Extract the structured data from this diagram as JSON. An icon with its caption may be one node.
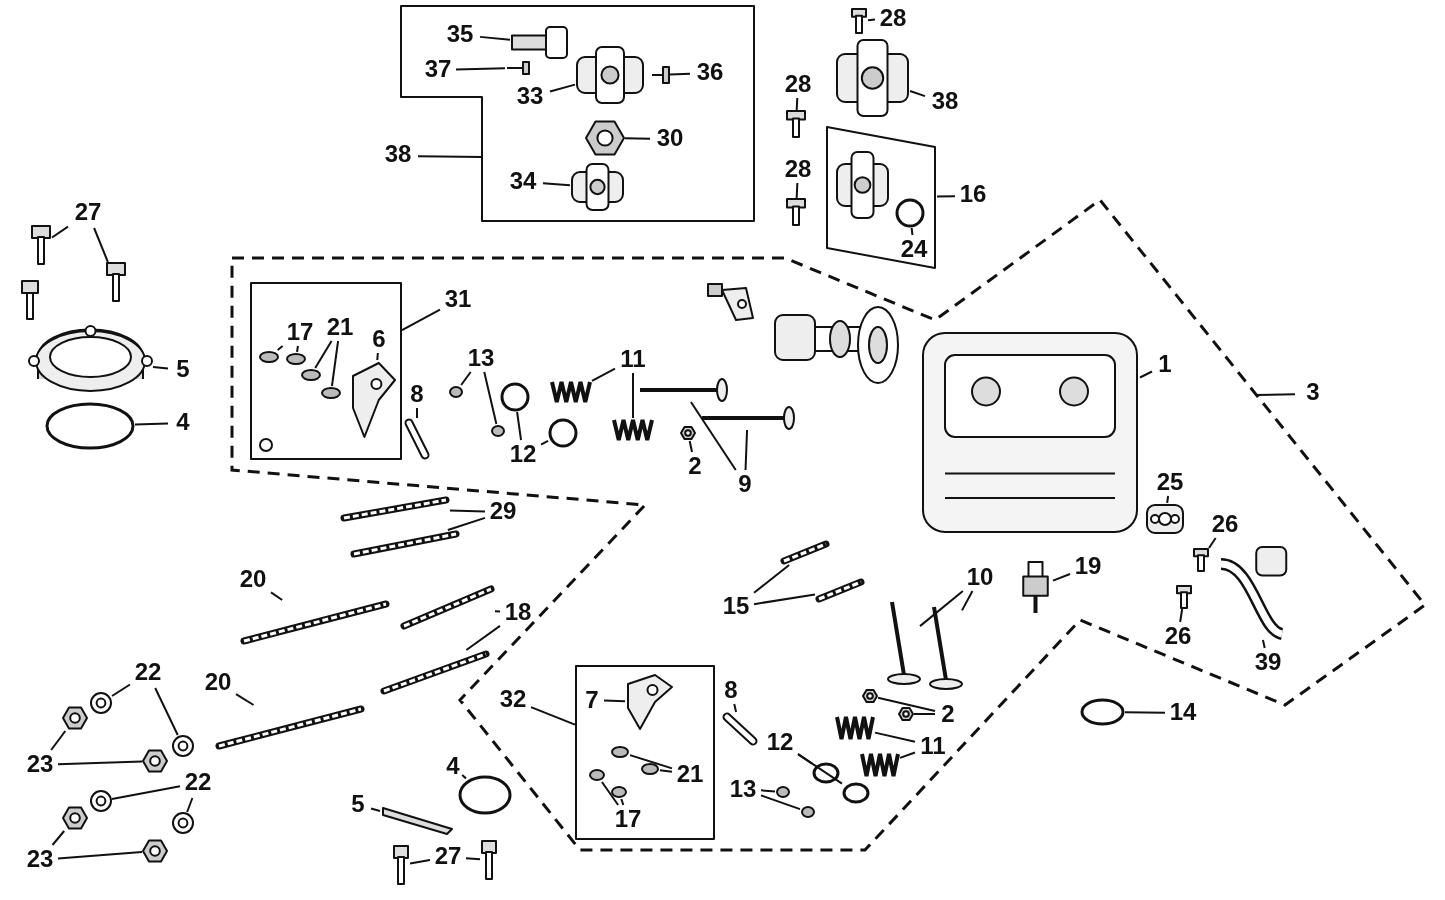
{
  "diagram": {
    "nodes": [
      {
        "text": [],
        "shape": "box"
      },
      {
        "text": [
          "35"
        ],
        "in": 0
      },
      {
        "text": [],
        "shape": "picture",
        "in": 0
      },
      {
        "text": [
          "37"
        ],
        "in": 0
      },
      {
        "text": [],
        "shape": "picture",
        "in": 0
      },
      {
        "text": [
          "33"
        ],
        "in": 0
      },
      {
        "text": [],
        "shape": "picture",
        "in": 0
      },
      {
        "text": [
          "36"
        ],
        "in": 0
      },
      {
        "text": [],
        "shape": "picture",
        "in": 0
      },
      {
        "text": [
          "30"
        ],
        "in": 0
      },
      {
        "text": [],
        "shape": "picture",
        "in": 0
      },
      {
        "text": [
          "34"
        ],
        "in": 0
      },
      {
        "text": [],
        "shape": "picture",
        "in": 0
      },
      {
        "text": [
          "38"
        ]
      },
      {
        "text": [
          "28"
        ]
      },
      {
        "text": [],
        "shape": "picture"
      },
      {
        "text": [
          "38"
        ]
      },
      {
        "text": [],
        "shape": "picture"
      },
      {
        "text": [
          "28"
        ]
      },
      {
        "text": [],
        "shape": "picture"
      },
      {
        "text": [
          "28"
        ]
      },
      {
        "text": [],
        "shape": "picture"
      },
      {
        "text": [],
        "shape": "box"
      },
      {
        "text": [],
        "shape": "picture",
        "in": 22
      },
      {
        "text": [
          "24"
        ],
        "in": 22
      },
      {
        "text": [],
        "shape": "circle",
        "in": 22
      },
      {
        "text": [
          "16"
        ]
      },
      {
        "text": [
          "27"
        ]
      },
      {
        "text": [],
        "shape": "picture"
      },
      {
        "text": [],
        "shape": "picture"
      },
      {
        "text": [
          "5"
        ]
      },
      {
        "text": [],
        "shape": "picture"
      },
      {
        "text": [
          "4"
        ]
      },
      {
        "text": [],
        "shape": "circle"
      },
      {
        "text": [],
        "shape": "box"
      },
      {
        "text": [
          "3"
        ]
      },
      {
        "text": [],
        "shape": "box",
        "in": 34
      },
      {
        "text": [
          "31"
        ],
        "in": 34
      },
      {
        "text": [
          "17"
        ],
        "in": 36
      },
      {
        "text": [],
        "shape": "circle",
        "in": 36
      },
      {
        "text": [],
        "shape": "circle",
        "in": 36
      },
      {
        "text": [
          "21"
        ],
        "in": 36
      },
      {
        "text": [],
        "shape": "circle",
        "in": 36
      },
      {
        "text": [],
        "shape": "circle",
        "in": 36
      },
      {
        "text": [
          "6"
        ],
        "in": 36
      },
      {
        "text": [],
        "shape": "picture",
        "in": 36
      },
      {
        "text": [
          "8"
        ],
        "in": 34
      },
      {
        "text": [],
        "shape": "picture",
        "in": 34
      },
      {
        "text": [
          "13"
        ],
        "in": 34
      },
      {
        "text": [],
        "shape": "circle",
        "in": 34
      },
      {
        "text": [],
        "shape": "circle",
        "in": 34
      },
      {
        "text": [
          "12"
        ],
        "in": 34
      },
      {
        "text": [],
        "shape": "circle",
        "in": 34
      },
      {
        "text": [],
        "shape": "circle",
        "in": 34
      },
      {
        "text": [
          "11"
        ],
        "in": 34
      },
      {
        "text": [],
        "shape": "picture",
        "in": 34
      },
      {
        "text": [],
        "shape": "picture",
        "in": 34
      },
      {
        "text": [
          "2"
        ],
        "in": 34
      },
      {
        "text": [],
        "shape": "picture",
        "in": 34
      },
      {
        "text": [
          "9"
        ],
        "in": 34
      },
      {
        "text": [],
        "shape": "picture",
        "in": 34
      },
      {
        "text": [],
        "shape": "picture",
        "in": 34
      },
      {
        "text": [],
        "shape": "picture",
        "in": 34
      },
      {
        "text": [
          "1"
        ],
        "in": 34
      },
      {
        "text": [
          "25"
        ],
        "in": 34
      },
      {
        "text": [],
        "shape": "picture",
        "in": 34
      },
      {
        "text": [
          "26"
        ],
        "in": 34
      },
      {
        "text": [],
        "shape": "picture",
        "in": 34
      },
      {
        "text": [
          "26"
        ],
        "in": 34
      },
      {
        "text": [],
        "shape": "picture",
        "in": 34
      },
      {
        "text": [
          "39"
        ],
        "in": 34
      },
      {
        "text": [],
        "shape": "picture",
        "in": 34
      },
      {
        "text": [
          "19"
        ],
        "in": 34
      },
      {
        "text": [],
        "shape": "picture",
        "in": 34
      },
      {
        "text": [
          "10"
        ],
        "in": 34
      },
      {
        "text": [],
        "shape": "picture",
        "in": 34
      },
      {
        "text": [],
        "shape": "picture",
        "in": 34
      },
      {
        "text": [
          "15"
        ],
        "in": 34
      },
      {
        "text": [],
        "shape": "picture",
        "in": 34
      },
      {
        "text": [],
        "shape": "picture",
        "in": 34
      },
      {
        "text": [],
        "shape": "box",
        "in": 34
      },
      {
        "text": [
          "32"
        ],
        "in": 34
      },
      {
        "text": [
          "7"
        ],
        "in": 80
      },
      {
        "text": [],
        "shape": "picture",
        "in": 80
      },
      {
        "text": [
          "21"
        ],
        "in": 80
      },
      {
        "text": [],
        "shape": "circle",
        "in": 80
      },
      {
        "text": [],
        "shape": "circle",
        "in": 80
      },
      {
        "text": [
          "17"
        ],
        "in": 80
      },
      {
        "text": [],
        "shape": "circle",
        "in": 80
      },
      {
        "text": [],
        "shape": "circle",
        "in": 80
      },
      {
        "text": [
          "8"
        ],
        "in": 34
      },
      {
        "text": [],
        "shape": "picture",
        "in": 34
      },
      {
        "text": [
          "4"
        ]
      },
      {
        "text": [],
        "shape": "circle"
      },
      {
        "text": [
          "5"
        ]
      },
      {
        "text": [],
        "shape": "picture"
      },
      {
        "text": [
          "27"
        ]
      },
      {
        "text": [],
        "shape": "picture"
      },
      {
        "text": [],
        "shape": "picture"
      },
      {
        "text": [
          "12"
        ],
        "in": 34
      },
      {
        "text": [],
        "shape": "circle",
        "in": 34
      },
      {
        "text": [],
        "shape": "circle",
        "in": 34
      },
      {
        "text": [
          "13"
        ],
        "in": 34
      },
      {
        "text": [],
        "shape": "circle",
        "in": 34
      },
      {
        "text": [],
        "shape": "circle",
        "in": 34
      },
      {
        "text": [
          "11"
        ],
        "in": 34
      },
      {
        "text": [],
        "shape": "picture",
        "in": 34
      },
      {
        "text": [],
        "shape": "picture",
        "in": 34
      },
      {
        "text": [
          "2"
        ],
        "in": 34
      },
      {
        "text": [],
        "shape": "picture",
        "in": 34
      },
      {
        "text": [],
        "shape": "picture",
        "in": 34
      },
      {
        "text": [
          "29"
        ]
      },
      {
        "text": [],
        "shape": "picture"
      },
      {
        "text": [],
        "shape": "picture"
      },
      {
        "text": [
          "20"
        ]
      },
      {
        "text": [],
        "shape": "picture"
      },
      {
        "text": [
          "20"
        ]
      },
      {
        "text": [],
        "shape": "picture"
      },
      {
        "text": [
          "18"
        ]
      },
      {
        "text": [],
        "shape": "picture"
      },
      {
        "text": [],
        "shape": "picture"
      },
      {
        "text": [
          "22"
        ]
      },
      {
        "text": [],
        "shape": "picture"
      },
      {
        "text": [],
        "shape": "picture"
      },
      {
        "text": [
          "23"
        ]
      },
      {
        "text": [],
        "shape": "picture"
      },
      {
        "text": [],
        "shape": "picture"
      },
      {
        "text": [
          "22"
        ]
      },
      {
        "text": [],
        "shape": "picture"
      },
      {
        "text": [],
        "shape": "picture"
      },
      {
        "text": [
          "23"
        ]
      },
      {
        "text": [],
        "shape": "picture"
      },
      {
        "text": [],
        "shape": "picture"
      },
      {
        "text": [
          "14"
        ]
      },
      {
        "text": [],
        "shape": "circle"
      }
    ],
    "edges": [
      {
        "from": 1,
        "to": 2,
        "arrow": "none"
      },
      {
        "from": 3,
        "to": 4,
        "arrow": "none"
      },
      {
        "from": 5,
        "to": 6,
        "arrow": "none"
      },
      {
        "from": 7,
        "to": 8,
        "arrow": "none"
      },
      {
        "from": 9,
        "to": 10,
        "arrow": "none"
      },
      {
        "from": 11,
        "to": 12,
        "arrow": "none"
      },
      {
        "from": 13,
        "to": 0,
        "arrow": "none"
      },
      {
        "from": 14,
        "to": 15,
        "arrow": "none"
      },
      {
        "from": 16,
        "to": 17,
        "arrow": "none"
      },
      {
        "from": 18,
        "to": 19,
        "arrow": "none"
      },
      {
        "from": 20,
        "to": 21,
        "arrow": "none"
      },
      {
        "from": 24,
        "to": 25,
        "arrow": "none"
      },
      {
        "from": 26,
        "to": 22,
        "arrow": "none"
      },
      {
        "from": 27,
        "to": 28,
        "arrow": "none"
      },
      {
        "from": 27,
        "to": 29,
        "arrow": "none"
      },
      {
        "from": 30,
        "to": 31,
        "arrow": "none"
      },
      {
        "from": 32,
        "to": 33,
        "arrow": "none"
      },
      {
        "from": 35,
        "to": 34,
        "arrow": "none"
      },
      {
        "from": 37,
        "to": 36,
        "arrow": "none"
      },
      {
        "from": 38,
        "to": 39,
        "arrow": "none"
      },
      {
        "from": 38,
        "to": 40,
        "arrow": "none"
      },
      {
        "from": 41,
        "to": 42,
        "arrow": "none"
      },
      {
        "from": 41,
        "to": 43,
        "arrow": "none"
      },
      {
        "from": 44,
        "to": 45,
        "arrow": "none"
      },
      {
        "from": 46,
        "to": 47,
        "arrow": "none"
      },
      {
        "from": 48,
        "to": 49,
        "arrow": "none"
      },
      {
        "from": 48,
        "to": 50,
        "arrow": "none"
      },
      {
        "from": 51,
        "to": 52,
        "arrow": "none"
      },
      {
        "from": 51,
        "to": 53,
        "arrow": "none"
      },
      {
        "from": 54,
        "to": 55,
        "arrow": "none"
      },
      {
        "from": 54,
        "to": 56,
        "arrow": "none"
      },
      {
        "from": 57,
        "to": 58,
        "arrow": "none"
      },
      {
        "from": 59,
        "to": 60,
        "arrow": "none"
      },
      {
        "from": 59,
        "to": 61,
        "arrow": "none"
      },
      {
        "from": 63,
        "to": 62,
        "arrow": "none"
      },
      {
        "from": 64,
        "to": 65,
        "arrow": "none"
      },
      {
        "from": 66,
        "to": 67,
        "arrow": "none"
      },
      {
        "from": 68,
        "to": 69,
        "arrow": "none"
      },
      {
        "from": 70,
        "to": 71,
        "arrow": "none"
      },
      {
        "from": 72,
        "to": 73,
        "arrow": "none"
      },
      {
        "from": 74,
        "to": 75,
        "arrow": "none"
      },
      {
        "from": 74,
        "to": 76,
        "arrow": "none"
      },
      {
        "from": 77,
        "to": 78,
        "arrow": "none"
      },
      {
        "from": 77,
        "to": 79,
        "arrow": "none"
      },
      {
        "from": 81,
        "to": 80,
        "arrow": "none"
      },
      {
        "from": 82,
        "to": 83,
        "arrow": "none"
      },
      {
        "from": 84,
        "to": 85,
        "arrow": "none"
      },
      {
        "from": 84,
        "to": 86,
        "arrow": "none"
      },
      {
        "from": 87,
        "to": 88,
        "arrow": "none"
      },
      {
        "from": 87,
        "to": 89,
        "arrow": "none"
      },
      {
        "from": 90,
        "to": 91,
        "arrow": "none"
      },
      {
        "from": 92,
        "to": 93,
        "arrow": "none"
      },
      {
        "from": 94,
        "to": 95,
        "arrow": "none"
      },
      {
        "from": 96,
        "to": 97,
        "arrow": "none"
      },
      {
        "from": 96,
        "to": 98,
        "arrow": "none"
      },
      {
        "from": 99,
        "to": 100,
        "arrow": "none"
      },
      {
        "from": 99,
        "to": 101,
        "arrow": "none"
      },
      {
        "from": 102,
        "to": 103,
        "arrow": "none"
      },
      {
        "from": 102,
        "to": 104,
        "arrow": "none"
      },
      {
        "from": 105,
        "to": 106,
        "arrow": "none"
      },
      {
        "from": 105,
        "to": 107,
        "arrow": "none"
      },
      {
        "from": 108,
        "to": 109,
        "arrow": "none"
      },
      {
        "from": 108,
        "to": 110,
        "arrow": "none"
      },
      {
        "from": 111,
        "to": 112,
        "arrow": "none"
      },
      {
        "from": 111,
        "to": 113,
        "arrow": "none"
      },
      {
        "from": 114,
        "to": 115,
        "arrow": "none"
      },
      {
        "from": 116,
        "to": 117,
        "arrow": "none"
      },
      {
        "from": 118,
        "to": 119,
        "arrow": "none"
      },
      {
        "from": 118,
        "to": 120,
        "arrow": "none"
      },
      {
        "from": 121,
        "to": 122,
        "arrow": "none"
      },
      {
        "from": 121,
        "to": 123,
        "arrow": "none"
      },
      {
        "from": 124,
        "to": 125,
        "arrow": "none"
      },
      {
        "from": 124,
        "to": 126,
        "arrow": "none"
      },
      {
        "from": 127,
        "to": 128,
        "arrow": "none"
      },
      {
        "from": 127,
        "to": 129,
        "arrow": "none"
      },
      {
        "from": 130,
        "to": 131,
        "arrow": "none"
      },
      {
        "from": 130,
        "to": 132,
        "arrow": "none"
      },
      {
        "from": 133,
        "to": 134,
        "arrow": "none"
      }
    ]
  }
}
